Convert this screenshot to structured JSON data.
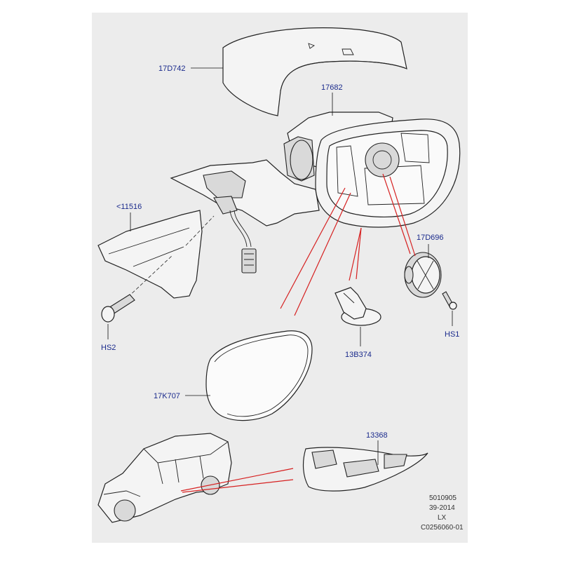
{
  "labels": {
    "cover": "17D742",
    "housing": "17682",
    "actuator": "17D696",
    "screw_right": "HS1",
    "bracket": "<11516",
    "screw_left": "HS2",
    "clip": "13B374",
    "glass": "17K707",
    "indicator": "13368"
  },
  "reference": {
    "line1": "5010905",
    "line2": "39-2014",
    "line3": "LX",
    "line4": "C0256060-01"
  },
  "colors": {
    "label": "#1a2a8c",
    "callout_lines": "#d62020",
    "panel": "#ececec"
  }
}
